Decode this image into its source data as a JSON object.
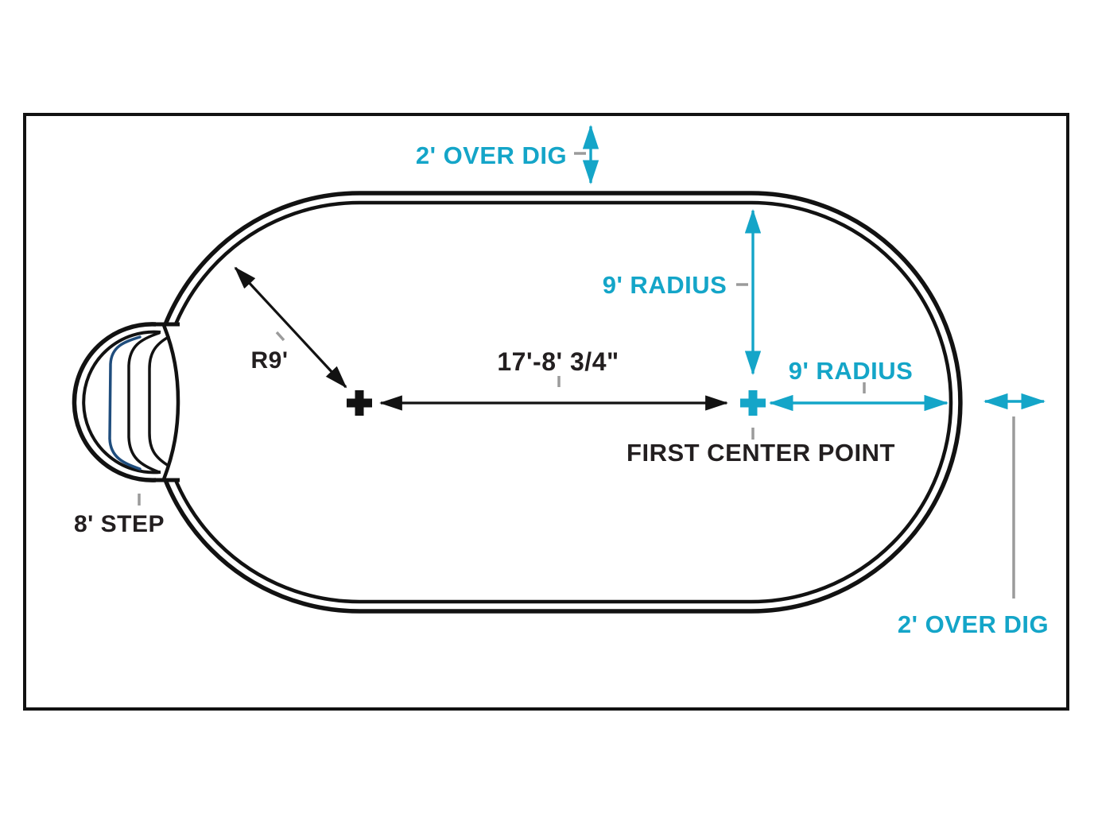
{
  "diagram": {
    "labels": {
      "over_dig_top": "2' OVER DIG",
      "radius_vertical": "9' RADIUS",
      "radius_horizontal": "9' RADIUS",
      "center_distance": "17'-8' 3/4\"",
      "first_center_point": "FIRST CENTER POINT",
      "left_radius": "R9'",
      "step": "8' STEP",
      "over_dig_right": "2' OVER DIG"
    },
    "colors": {
      "accent_cyan": "#14a5c8",
      "line_black": "#121212",
      "text_black": "#231f20",
      "step_blue": "#1f4d7d",
      "tick_gray": "#9b9b9b"
    }
  }
}
